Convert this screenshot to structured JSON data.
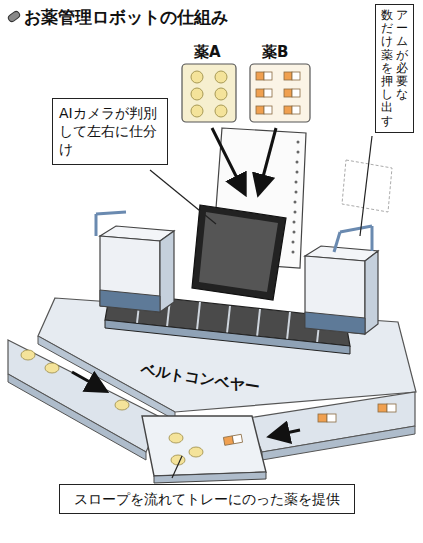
{
  "diagram": {
    "title": "お薬管理ロボットの仕組み",
    "nodes": [
      {
        "text": [
          "AIカメラが判別して左右に仕分け"
        ]
      },
      {
        "text": [
          "アームが必要な",
          "数だけ薬を押し出す"
        ]
      },
      {
        "text": [
          "スロープを流れてトレーにのった薬を提供"
        ]
      }
    ],
    "labels": [
      "薬A",
      "薬B",
      "ベルトコンベヤー"
    ]
  }
}
